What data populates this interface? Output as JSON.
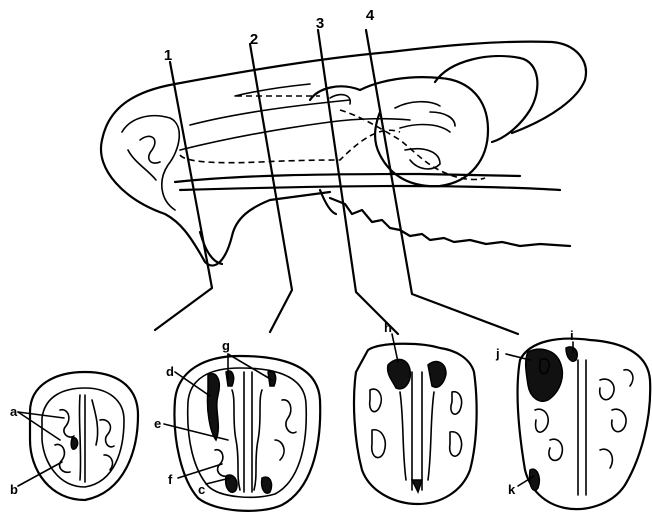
{
  "figure": {
    "section_numbers": [
      "1",
      "2",
      "3",
      "4"
    ],
    "letter_labels": [
      "a",
      "b",
      "c",
      "d",
      "e",
      "f",
      "g",
      "h",
      "i",
      "j",
      "k"
    ]
  }
}
